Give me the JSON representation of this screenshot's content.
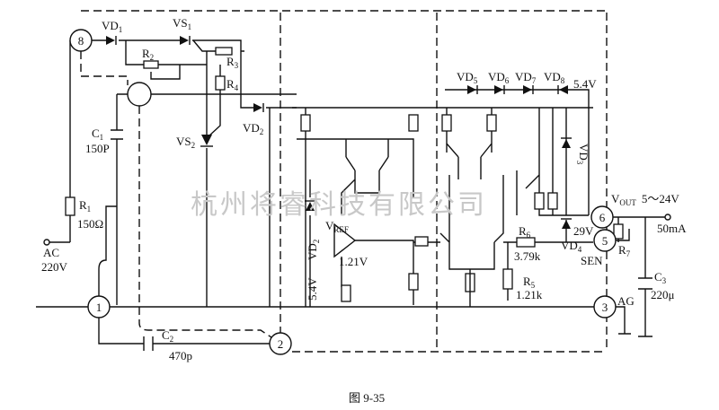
{
  "figure": {
    "caption": "图 9-35",
    "watermark": "杭州将睿科技有限公司",
    "nodes": [
      "8",
      "1",
      "2",
      "6",
      "5",
      "3"
    ],
    "components": {
      "VD1": {
        "name": "VD",
        "sub": "1"
      },
      "VS1": {
        "name": "VS",
        "sub": "1"
      },
      "R2": {
        "name": "R",
        "sub": "2"
      },
      "R3": {
        "name": "R",
        "sub": "3"
      },
      "R4": {
        "name": "R",
        "sub": "4"
      },
      "VS2": {
        "name": "VS",
        "sub": "2"
      },
      "VD2": {
        "name": "VD",
        "sub": "2"
      },
      "C1": {
        "name": "C",
        "sub": "1",
        "value": "150P"
      },
      "R1": {
        "name": "R",
        "sub": "1",
        "value": "150Ω"
      },
      "C2": {
        "name": "C",
        "sub": "2",
        "value": "470p"
      },
      "VD3": {
        "name": "VD",
        "sub": "3"
      },
      "VDz": {
        "name": "VD",
        "sub": "2",
        "value": "5.4V"
      },
      "VREF": {
        "name": "V",
        "sub": "REF",
        "value": "1.21V"
      },
      "VD5": {
        "name": "VD",
        "sub": "5"
      },
      "VD6": {
        "name": "VD",
        "sub": "6"
      },
      "VD7": {
        "name": "VD",
        "sub": "7"
      },
      "VD8": {
        "name": "VD",
        "sub": "8",
        "value": "5.4V"
      },
      "VD4": {
        "name": "VD",
        "sub": "4",
        "value": "29V"
      },
      "R6": {
        "name": "R",
        "sub": "6",
        "value": "3.79k"
      },
      "R5": {
        "name": "R",
        "sub": "5",
        "value": "1.21k"
      },
      "R7": {
        "name": "R",
        "sub": "7"
      },
      "C3": {
        "name": "C",
        "sub": "3",
        "value": "220μ"
      }
    },
    "labels": {
      "ac": "AC",
      "ac_voltage": "220V",
      "vout": "V",
      "vout_sub": "OUT",
      "vout_range": "5～24V",
      "current": "50mA",
      "sen": "SEN",
      "ag": "AG"
    }
  }
}
